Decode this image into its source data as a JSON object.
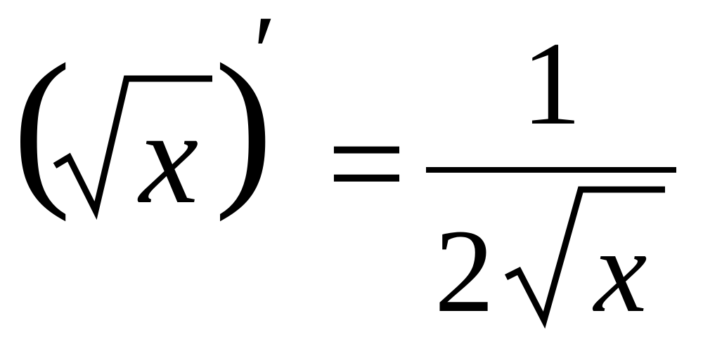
{
  "formula": {
    "lhs": {
      "open_paren": "(",
      "radicand": "x",
      "close_paren": ")",
      "prime": "′"
    },
    "equals": "=",
    "rhs": {
      "numerator": "1",
      "denominator_coefficient": "2",
      "denominator_radicand": "x"
    }
  }
}
